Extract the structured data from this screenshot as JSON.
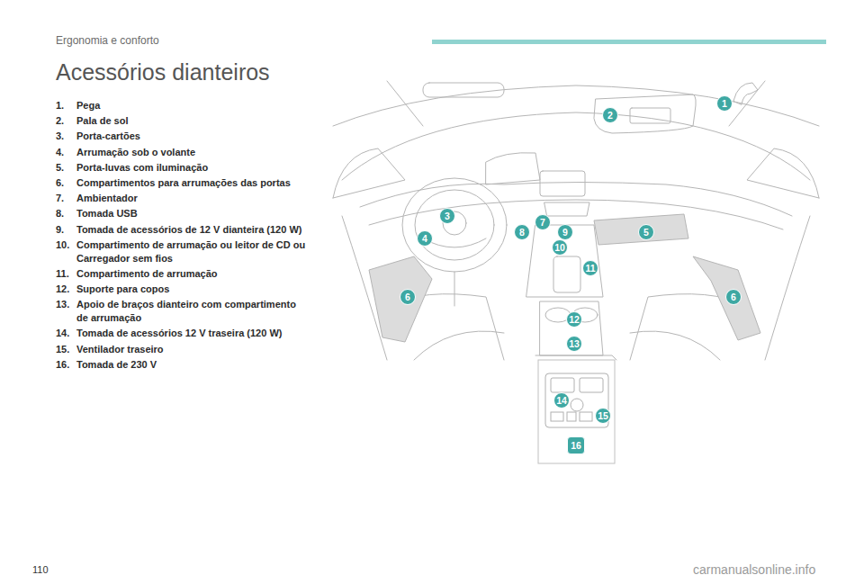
{
  "diagram": {
    "title": "Acessórios dianteiros",
    "labels": [
      "Ergonomia e conforto",
      "1.",
      "Pega",
      "2.",
      "Pala de sol",
      "3.",
      "Porta-cartões",
      "4.",
      "Arrumação sob o volante",
      "5.",
      "Porta-luvas com iluminação",
      "6.",
      "Compartimentos para arrumações das portas",
      "7.",
      "Ambientador",
      "8.",
      "Tomada USB",
      "9.",
      "Tomada de acessórios de 12 V dianteira (120 W)",
      "10.",
      "Compartimento de arrumação ou leitor de CD ou Carregador sem fios",
      "11.",
      "Compartimento de arrumação",
      "12.",
      "Suporte para copos",
      "13.",
      "Apoio de braços dianteiro com compartimento de arrumação",
      "14.",
      "Tomada de acessórios 12 V traseira (120 W)",
      "15.",
      "Ventilador traseiro",
      "16.",
      "Tomada de 230 V",
      "1",
      "2",
      "3",
      "4",
      "5",
      "6",
      "6",
      "7",
      "8",
      "9",
      "10",
      "11",
      "12",
      "13",
      "14",
      "15",
      "16",
      "110",
      "carmanualsonline.info"
    ]
  }
}
